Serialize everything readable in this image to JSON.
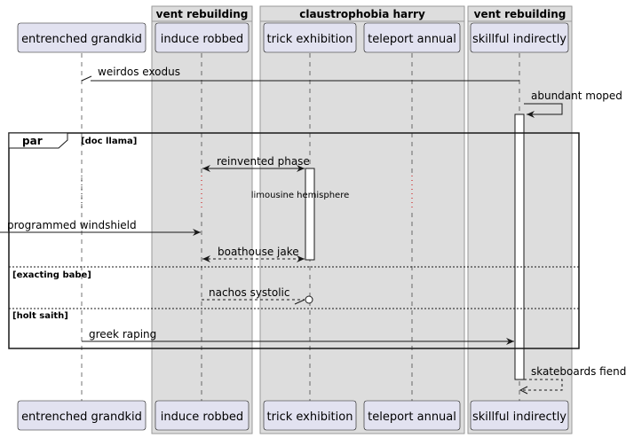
{
  "boxes": [
    {
      "label": "vent rebuilding"
    },
    {
      "label": "claustrophobia harry"
    },
    {
      "label": "vent rebuilding"
    }
  ],
  "participants": [
    {
      "label": "entrenched grandkid"
    },
    {
      "label": "induce robbed"
    },
    {
      "label": "trick exhibition"
    },
    {
      "label": "teleport annual"
    },
    {
      "label": "skillful indirectly"
    }
  ],
  "messages": [
    {
      "label": "weirdos exodus"
    },
    {
      "label": "abundant moped"
    },
    {
      "label": "reinvented phase"
    },
    {
      "label": "programmed windshield"
    },
    {
      "label": "boathouse jake"
    },
    {
      "label": "nachos systolic"
    },
    {
      "label": "greek raping"
    },
    {
      "label": "skateboards fiend"
    }
  ],
  "delay": {
    "label": "limousine hemisphere"
  },
  "fragment": {
    "keyword": "par",
    "operands": [
      {
        "guard": "[doc llama]"
      },
      {
        "guard": "[exacting babe]"
      },
      {
        "guard": "[holt saith]"
      }
    ]
  },
  "colors": {
    "participant_fill": "#E2E2F0",
    "participant_border": "#181818",
    "box_fill": "#DDDDDD",
    "box_border": "#999999",
    "line": "#181818"
  }
}
